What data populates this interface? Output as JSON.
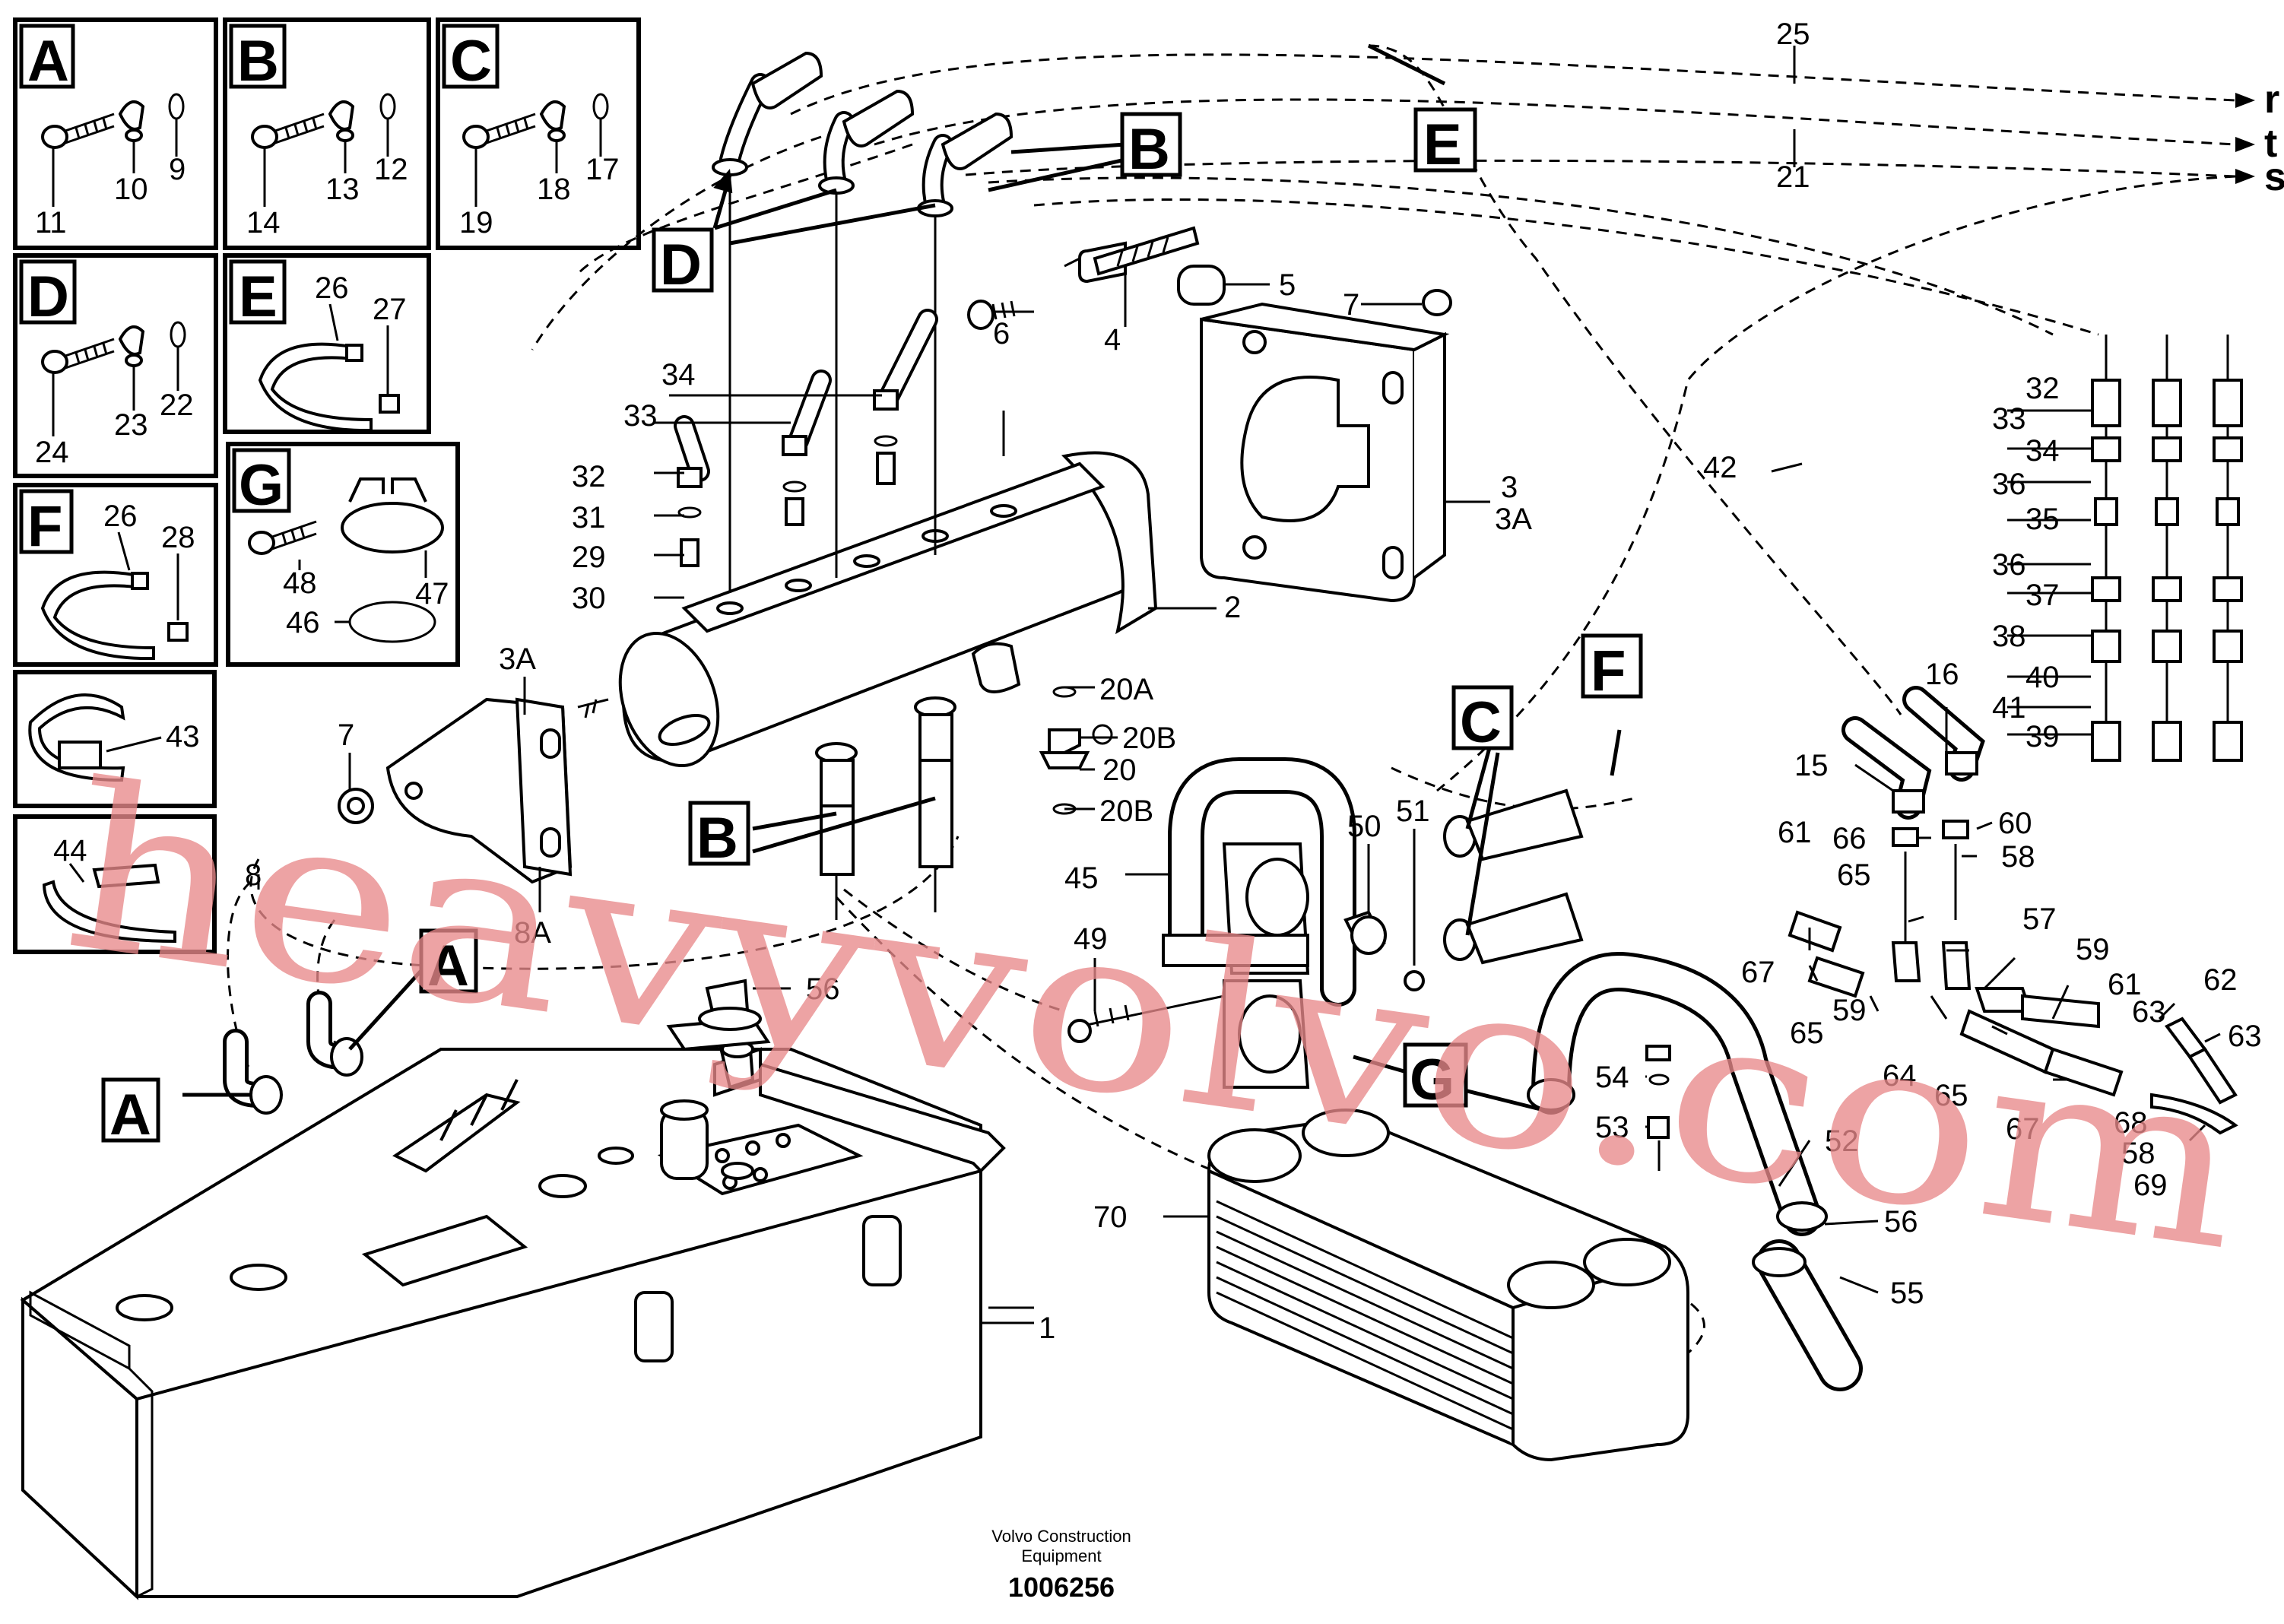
{
  "caption": {
    "line1": "Volvo Construction",
    "line2": "Equipment",
    "doc_number": "1006256"
  },
  "watermark": "heavyvolvo.com",
  "insets": [
    {
      "letter": "A",
      "parts": [
        "11",
        "10",
        "9"
      ]
    },
    {
      "letter": "B",
      "parts": [
        "14",
        "13",
        "12"
      ]
    },
    {
      "letter": "C",
      "parts": [
        "19",
        "18",
        "17"
      ]
    },
    {
      "letter": "D",
      "parts": [
        "24",
        "23",
        "22"
      ]
    },
    {
      "letter": "E",
      "parts": [
        "26",
        "27"
      ]
    },
    {
      "letter": "G",
      "parts": [
        "48",
        "47",
        "46"
      ]
    },
    {
      "letter": "F",
      "parts": [
        "26",
        "28"
      ]
    },
    {
      "letter": "",
      "parts": [
        "43"
      ]
    },
    {
      "letter": "",
      "parts": [
        "44"
      ]
    }
  ],
  "view_letters": [
    "A",
    "A",
    "B",
    "B",
    "C",
    "D",
    "E",
    "F",
    "G"
  ],
  "pipe_ends": [
    "r",
    "t",
    "s"
  ],
  "callouts": [
    "25",
    "21",
    "5",
    "7",
    "4",
    "6",
    "3",
    "3A",
    "2",
    "34",
    "33",
    "32",
    "31",
    "29",
    "30",
    "20A",
    "20B",
    "20",
    "20B",
    "3A",
    "7",
    "8",
    "8A",
    "56",
    "45",
    "49",
    "50",
    "51",
    "42",
    "32",
    "33",
    "34",
    "36",
    "35",
    "36",
    "37",
    "38",
    "40",
    "41",
    "39",
    "16",
    "15",
    "60",
    "58",
    "66",
    "65",
    "61",
    "57",
    "59",
    "61",
    "62",
    "63",
    "63",
    "67",
    "65",
    "59",
    "64",
    "65",
    "67",
    "68",
    "58",
    "69",
    "54",
    "53",
    "52",
    "56",
    "55",
    "70",
    "1"
  ]
}
